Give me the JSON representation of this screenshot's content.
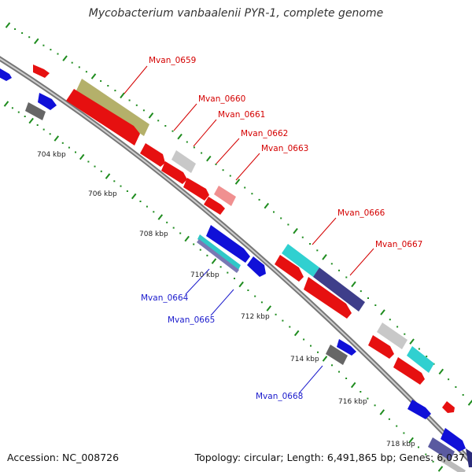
{
  "title": "Mycobacterium vanbaalenii PYR-1, complete genome",
  "footer": {
    "accession": "Accession: NC_008726",
    "summary": "Topology: circular; Length: 6,491,865 bp; Genes: 6,037"
  },
  "colors": {
    "forward_label": "#d40000",
    "reverse_label": "#1a1acc",
    "backbone": "#808080",
    "tick": "#1e8c1e"
  },
  "ticks": [
    "704 kbp",
    "706 kbp",
    "708 kbp",
    "710 kbp",
    "712 kbp",
    "714 kbp",
    "716 kbp",
    "718 kbp"
  ],
  "gene_labels": [
    {
      "name": "Mvan_0659",
      "strand": "forward"
    },
    {
      "name": "Mvan_0660",
      "strand": "forward"
    },
    {
      "name": "Mvan_0661",
      "strand": "forward"
    },
    {
      "name": "Mvan_0662",
      "strand": "forward"
    },
    {
      "name": "Mvan_0663",
      "strand": "forward"
    },
    {
      "name": "Mvan_0664",
      "strand": "reverse"
    },
    {
      "name": "Mvan_0665",
      "strand": "reverse"
    },
    {
      "name": "Mvan_0666",
      "strand": "forward"
    },
    {
      "name": "Mvan_0667",
      "strand": "forward"
    },
    {
      "name": "Mvan_0668",
      "strand": "reverse"
    }
  ]
}
